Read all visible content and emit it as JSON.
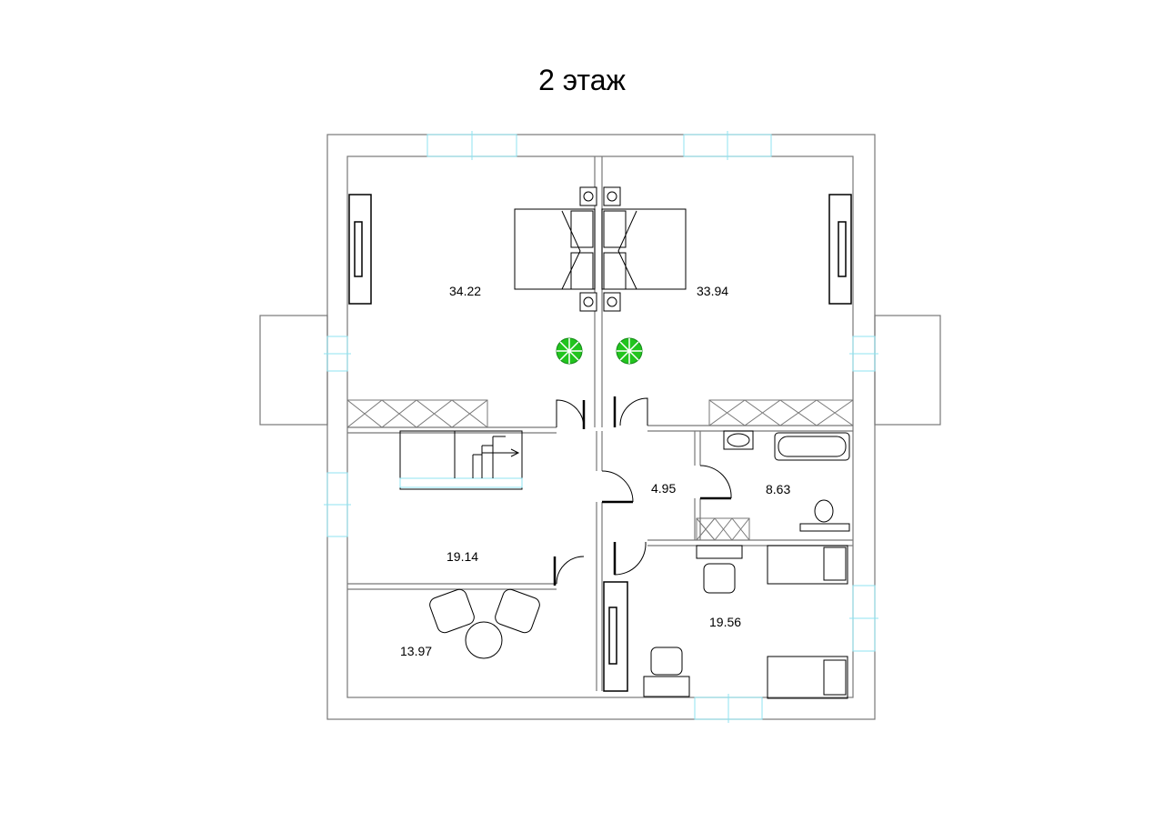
{
  "title": "2 этаж",
  "rooms": [
    {
      "id": "bedroom-left",
      "area": "34.22"
    },
    {
      "id": "bedroom-right",
      "area": "33.94"
    },
    {
      "id": "hall",
      "area": "4.95"
    },
    {
      "id": "bathroom",
      "area": "8.63"
    },
    {
      "id": "stair-hall",
      "area": "19.14"
    },
    {
      "id": "lounge",
      "area": "13.97"
    },
    {
      "id": "kids-room",
      "area": "19.56"
    }
  ],
  "colors": {
    "wall": "#777777",
    "window": "#8fe3f0",
    "plant": "#22c41e",
    "furniture": "#000000"
  }
}
